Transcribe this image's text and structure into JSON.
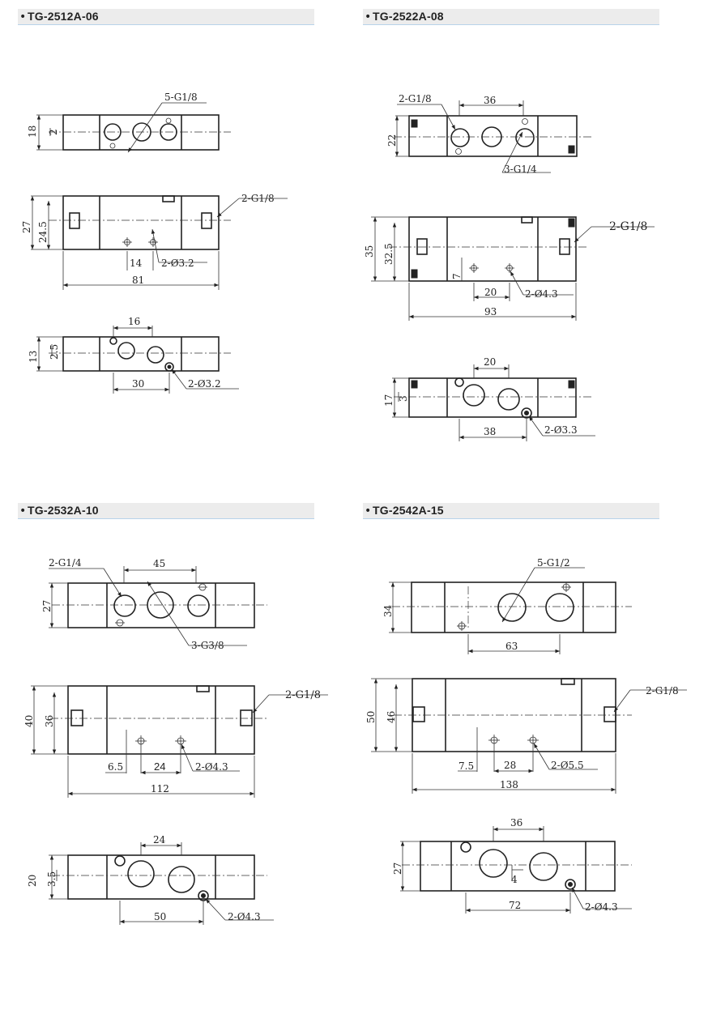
{
  "sections": {
    "s1": {
      "title": "TG-2512A-06"
    },
    "s2": {
      "title": "TG-2522A-08"
    },
    "s3": {
      "title": "TG-2532A-10"
    },
    "s4": {
      "title": "TG-2542A-15"
    }
  },
  "bullet": "•",
  "d1": {
    "top_ports": "5-G1/8",
    "top_h": "18",
    "top_h2": "2",
    "mid_port": "2-G1/8",
    "mid_h": "27",
    "mid_h2": "24.5",
    "mid_spacing": "14",
    "mid_hole": "2-Ø3.2",
    "mid_len": "81",
    "bot_h": "13",
    "bot_h2": "2.5",
    "bot_spacing": "16",
    "bot_len": "30",
    "bot_hole": "2-Ø3.2"
  },
  "d2": {
    "top_port_left": "2-G1/8",
    "top_spacing": "36",
    "top_h": "22",
    "top_ports": "3-G1/4",
    "mid_port": "2-G1/8",
    "mid_h": "35",
    "mid_h2": "32.5",
    "mid_off": "7",
    "mid_spacing": "20",
    "mid_hole": "2-Ø4.3",
    "mid_len": "93",
    "bot_spacing": "20",
    "bot_h": "17",
    "bot_h2": "3",
    "bot_len": "38",
    "bot_hole": "2-Ø3.3"
  },
  "d3": {
    "top_port_left": "2-G1/4",
    "top_spacing": "45",
    "top_h": "27",
    "top_ports": "3-G3/8",
    "mid_port": "2-G1/8",
    "mid_h": "40",
    "mid_h2": "36",
    "mid_off": "6.5",
    "mid_spacing": "24",
    "mid_hole": "2-Ø4.3",
    "mid_len": "112",
    "bot_spacing": "24",
    "bot_h": "20",
    "bot_h2": "3.5",
    "bot_len": "50",
    "bot_hole": "2-Ø4.3"
  },
  "d4": {
    "top_ports": "5-G1/2",
    "top_h": "34",
    "top_len": "63",
    "mid_port": "2-G1/8",
    "mid_h": "50",
    "mid_h2": "46",
    "mid_off": "7.5",
    "mid_spacing": "28",
    "mid_hole": "2-Ø5.5",
    "mid_len": "138",
    "bot_spacing": "36",
    "bot_h": "27",
    "bot_h2": "4",
    "bot_len": "72",
    "bot_hole": "2-Ø4.3"
  }
}
